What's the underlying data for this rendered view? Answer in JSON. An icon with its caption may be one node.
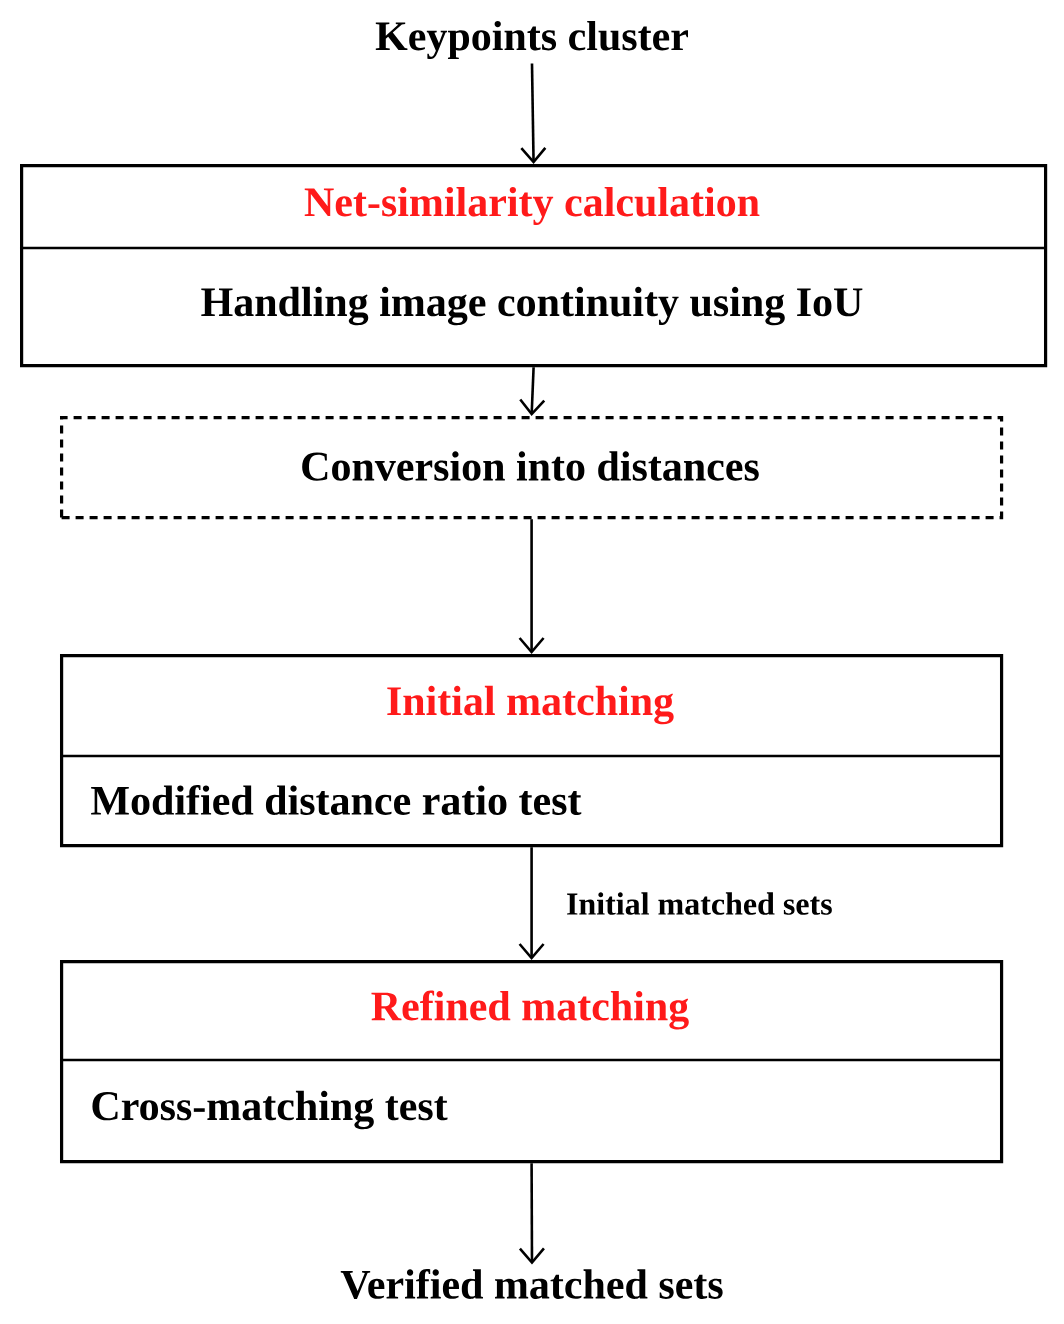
{
  "diagram": {
    "nodes": [
      {
        "text": [
          "Keypoints cluster"
        ]
      },
      {
        "text": [
          "Net-similarity calculation",
          "Handling image continuity using IoU"
        ]
      },
      {
        "text": [
          "Conversion into distances"
        ]
      },
      {
        "text": [
          "Initial matching",
          "Modified distance ratio test"
        ]
      },
      {
        "text": [
          "Refined matching",
          "Cross-matching test"
        ]
      },
      {
        "text": [
          "Verified matched sets"
        ]
      }
    ],
    "edges": [
      {
        "from": 0,
        "to": 1,
        "arrow": "to"
      },
      {
        "from": 1,
        "to": 2,
        "arrow": "to"
      },
      {
        "from": 2,
        "to": 3,
        "arrow": "to"
      },
      {
        "from": 3,
        "to": 4,
        "arrow": "to",
        "label": "Initial matched sets"
      },
      {
        "from": 4,
        "to": 5,
        "arrow": "to"
      }
    ]
  }
}
